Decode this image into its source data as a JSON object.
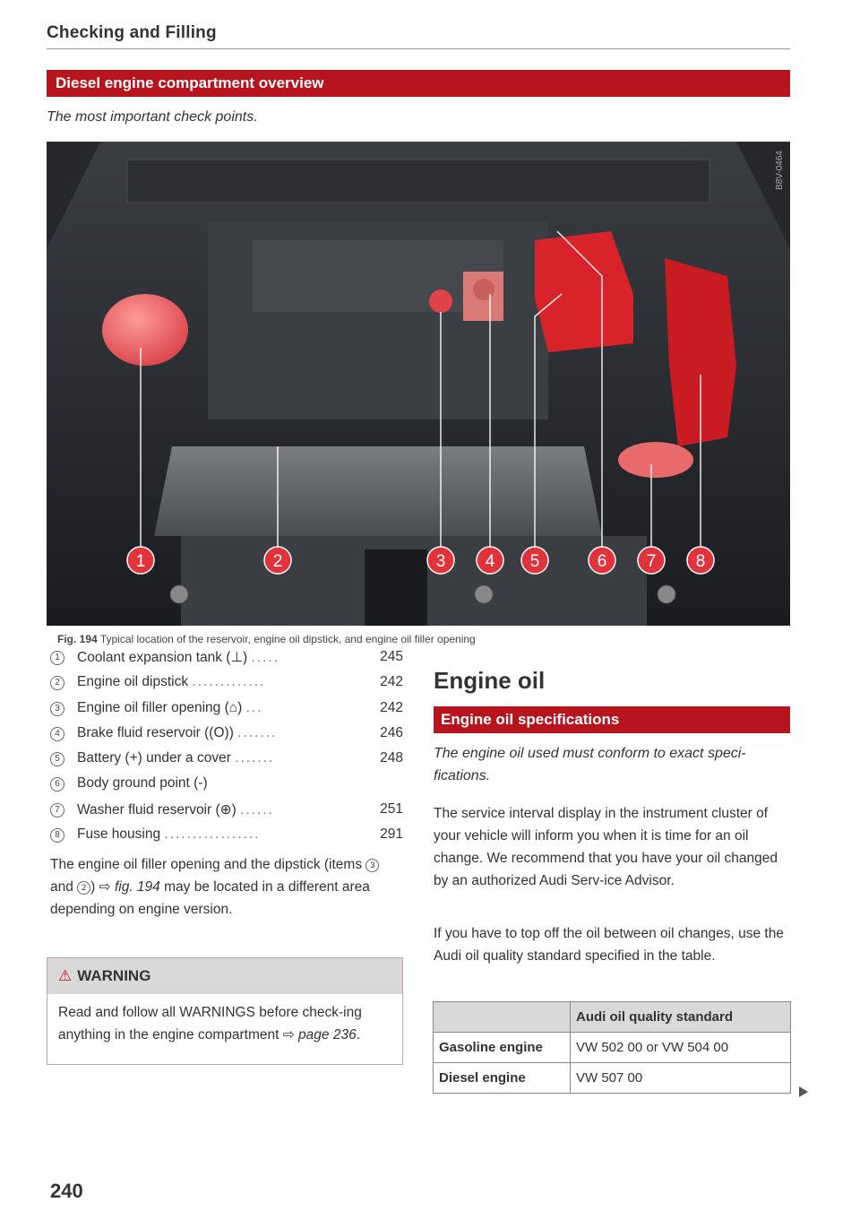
{
  "header": {
    "title": "Checking and Filling"
  },
  "section": {
    "title": "Diesel engine compartment overview",
    "subtitle": "The most important check points."
  },
  "figure": {
    "code": "B8V-0464",
    "caption_label": "Fig. 194",
    "caption_text": "Typical location of the reservoir, engine oil dipstick, and engine oil filler opening",
    "callouts": [
      "1",
      "2",
      "3",
      "4",
      "5",
      "6",
      "7",
      "8"
    ]
  },
  "items": [
    {
      "num": "1",
      "label": "Coolant expansion tank (",
      "icon": "coolant-icon",
      "symbol": "⊥",
      "close": ")",
      "dots": ".....",
      "page": "245"
    },
    {
      "num": "2",
      "label": "Engine oil dipstick",
      "dots": ".............",
      "page": "242"
    },
    {
      "num": "3",
      "label": "Engine oil filler opening (",
      "icon": "oil-can-icon",
      "symbol": "⌂",
      "close": ")",
      "dots": "...",
      "page": "242"
    },
    {
      "num": "4",
      "label": "Brake fluid reservoir (",
      "icon": "brake-icon",
      "symbol": "(O)",
      "close": ")",
      "dots": ".......",
      "page": "246"
    },
    {
      "num": "5",
      "label": "Battery (+) under a cover",
      "dots": ".......",
      "page": "248"
    },
    {
      "num": "6",
      "label": "Body ground point (-)",
      "dots": "",
      "page": ""
    },
    {
      "num": "7",
      "label": "Washer fluid reservoir (",
      "icon": "washer-icon",
      "symbol": "⊕",
      "close": ")",
      "dots": "......",
      "page": "251"
    },
    {
      "num": "8",
      "label": "Fuse housing",
      "dots": ".................",
      "page": "291"
    }
  ],
  "note": {
    "part1": "The engine oil filler opening and the dipstick (items ",
    "ref_a": "3",
    "and": " and ",
    "ref_b": "2",
    "part2": ") ⇨ ",
    "fig": "fig. 194",
    "part3": " may be located in a different area depending on engine version."
  },
  "warning": {
    "title": "WARNING",
    "text": "Read and follow all WARNINGS before check-ing anything in the engine compartment ",
    "ref": "⇨ page 236",
    "end": "."
  },
  "page_number": "240",
  "engine_oil": {
    "title": "Engine oil",
    "section": "Engine oil specifications",
    "intro": "The engine oil used must conform to exact speci-fications.",
    "para1": "The service interval display in the instrument cluster of your vehicle will inform you when it is time for an oil change. We recommend that you have your oil changed by an authorized Audi Serv-ice Advisor.",
    "para2": "If you have to top off the oil between oil changes, use the Audi oil quality standard specified in the table.",
    "table": {
      "header": "Audi oil quality standard",
      "rows": [
        {
          "label": "Gasoline engine",
          "value": "VW 502 00 or VW 504 00"
        },
        {
          "label": "Diesel engine",
          "value": "VW 507 00"
        }
      ]
    }
  },
  "colors": {
    "accent": "#b8141e",
    "callout": "#e0333c"
  }
}
